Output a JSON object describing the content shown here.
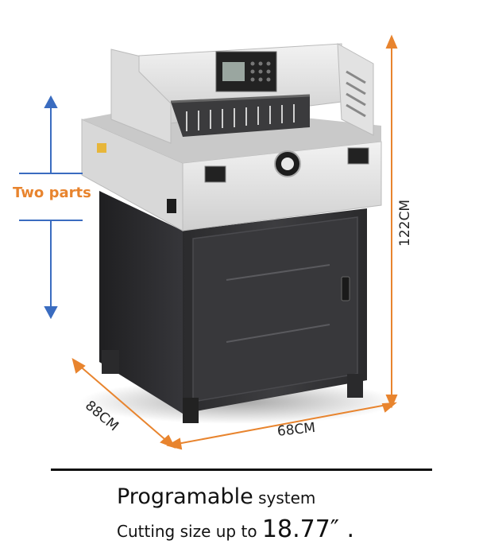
{
  "annotations": {
    "two_parts": "Two parts",
    "height": "122CM",
    "depth": "88CM",
    "width": "68CM"
  },
  "caption": {
    "line1_main": "Programable",
    "line1_tail": " system",
    "line2_prefix": "Cutting size up to ",
    "line2_value": "18.77″ ."
  },
  "colors": {
    "accent_orange": "#e8842e",
    "arrow_blue": "#3a6cc0",
    "machine_body": "#3a3a3c",
    "machine_top": "#e6e6e6"
  }
}
